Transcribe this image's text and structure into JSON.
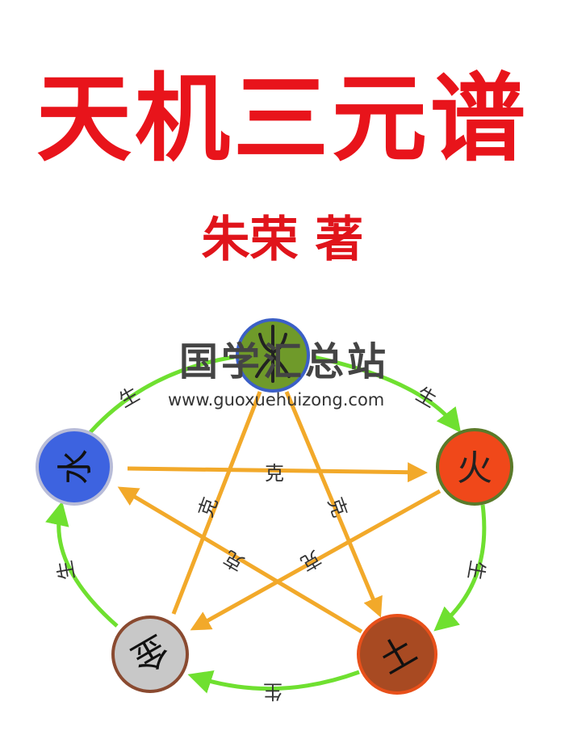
{
  "cover": {
    "title": "天机三元谱",
    "author": "朱荣 著"
  },
  "watermark": {
    "name": "国学汇总站",
    "url": "www.guoxuehuizong.com"
  },
  "diagram": {
    "elements": [
      {
        "name": "wood",
        "glyph": "木",
        "color": "#6f9a2a",
        "ring": "#3b5fc7"
      },
      {
        "name": "fire",
        "glyph": "火",
        "color": "#f0481a",
        "ring": "#5a7a2a"
      },
      {
        "name": "earth",
        "glyph": "土",
        "color": "#a84a22",
        "ring": "#e8501a"
      },
      {
        "name": "metal",
        "glyph": "金",
        "color": "#c8c8c8",
        "ring": "#8a4a30"
      },
      {
        "name": "water",
        "glyph": "水",
        "color": "#3d63e0",
        "ring": "#b8bcd8"
      }
    ],
    "generate_label": "生",
    "overcome_label": "克",
    "colors": {
      "generate": "#6fe030",
      "overcome": "#f2a92a"
    }
  }
}
